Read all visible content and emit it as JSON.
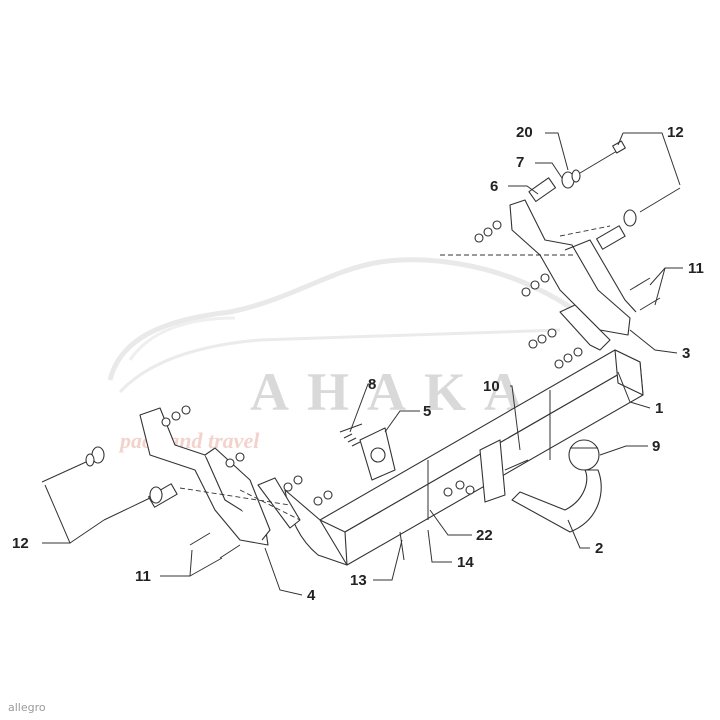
{
  "watermark": {
    "title": "AHAKA",
    "subtitle": "pack and travel"
  },
  "corner_text": "allegro",
  "parts": [
    {
      "n": "1"
    },
    {
      "n": "2"
    },
    {
      "n": "3"
    },
    {
      "n": "4"
    },
    {
      "n": "5"
    },
    {
      "n": "6"
    },
    {
      "n": "7"
    },
    {
      "n": "8"
    },
    {
      "n": "9"
    },
    {
      "n": "10"
    },
    {
      "n": "11"
    },
    {
      "n": "11"
    },
    {
      "n": "12"
    },
    {
      "n": "12"
    },
    {
      "n": "13"
    },
    {
      "n": "14"
    },
    {
      "n": "20"
    },
    {
      "n": "22"
    }
  ]
}
